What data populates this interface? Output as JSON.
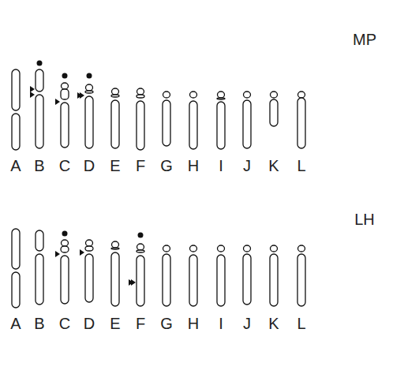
{
  "diagram": {
    "labels": [
      "MP",
      "A",
      "B",
      "C",
      "D",
      "E",
      "F",
      "G",
      "H",
      "I",
      "J",
      "K",
      "L",
      "LH",
      "A",
      "B",
      "C",
      "D",
      "E",
      "F",
      "G",
      "H",
      "I",
      "J",
      "K",
      "L"
    ]
  }
}
